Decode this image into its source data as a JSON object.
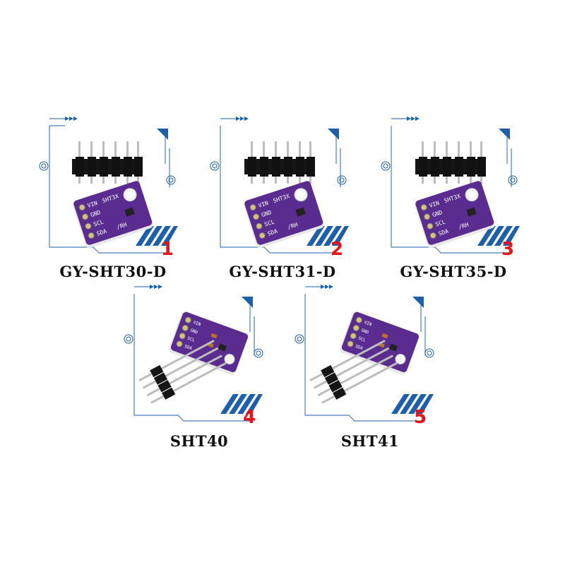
{
  "products": [
    {
      "number": "1",
      "caption": "GY-SHT30-D",
      "board_labels": [
        "VIN",
        "GND",
        "SCL",
        "SDA",
        "SHT3X",
        "/RH"
      ]
    },
    {
      "number": "2",
      "caption": "GY-SHT31-D",
      "board_labels": [
        "VIN",
        "GND",
        "SCL",
        "SDA",
        "SHT3X",
        "/RH"
      ]
    },
    {
      "number": "3",
      "caption": "GY-SHT35-D",
      "board_labels": [
        "VIN",
        "GND",
        "SCL",
        "SDA",
        "SHT3X",
        "/RH"
      ]
    },
    {
      "number": "4",
      "caption": "SHT40",
      "board_labels": [
        "VIN",
        "GND",
        "SCL",
        "SDA"
      ]
    },
    {
      "number": "5",
      "caption": "SHT41",
      "board_labels": [
        "VIN",
        "GND",
        "SCL",
        "SDA"
      ]
    }
  ],
  "colors": {
    "frame": "#1d5fa8",
    "board": "#5b2c8f",
    "number": "#e8121b",
    "header": "#151515",
    "pin": "#bdbdbd"
  }
}
